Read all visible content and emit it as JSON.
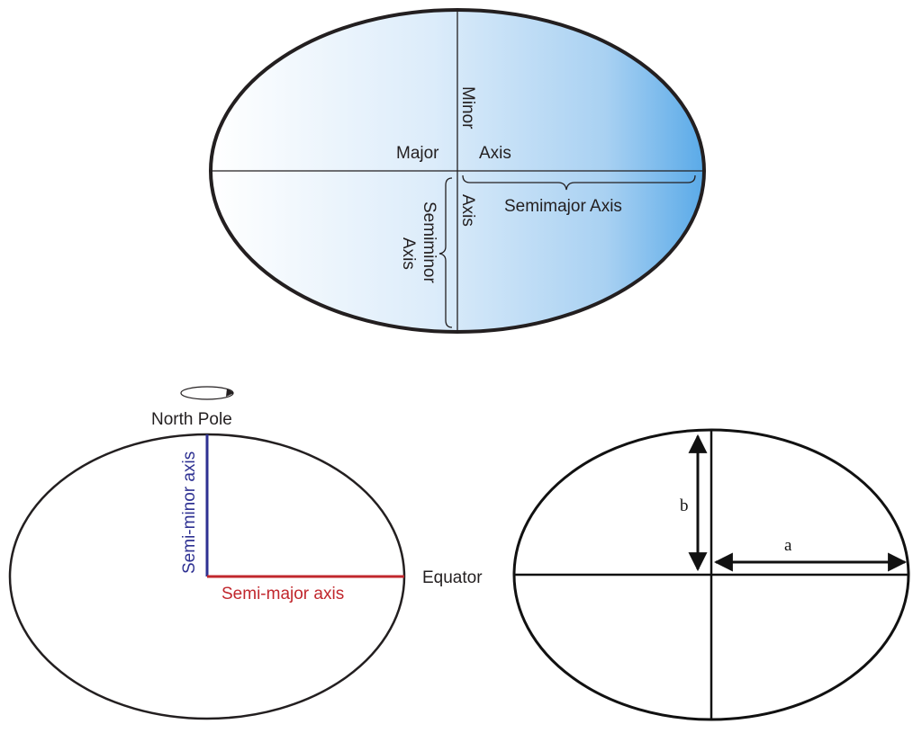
{
  "top_diagram": {
    "labels": {
      "major": "Major",
      "minor": "Minor",
      "axis_right": "Axis",
      "axis_lower": "Axis",
      "semimajor": "Semimajor Axis",
      "semiminor_line1": "Semiminor",
      "semiminor_line2": "Axis"
    },
    "gradient_colors": [
      "#ffffff",
      "#5aaae8"
    ]
  },
  "bottom_left_diagram": {
    "labels": {
      "north_pole": "North Pole",
      "semi_minor": "Semi-minor axis",
      "semi_major": "Semi-major axis",
      "equator": "Equator"
    },
    "colors": {
      "semi_minor": "#2e3192",
      "semi_major": "#c1272d"
    },
    "rotation_icon": "counter-clockwise-rotation-icon"
  },
  "bottom_right_diagram": {
    "labels": {
      "a": "a",
      "b": "b"
    }
  }
}
